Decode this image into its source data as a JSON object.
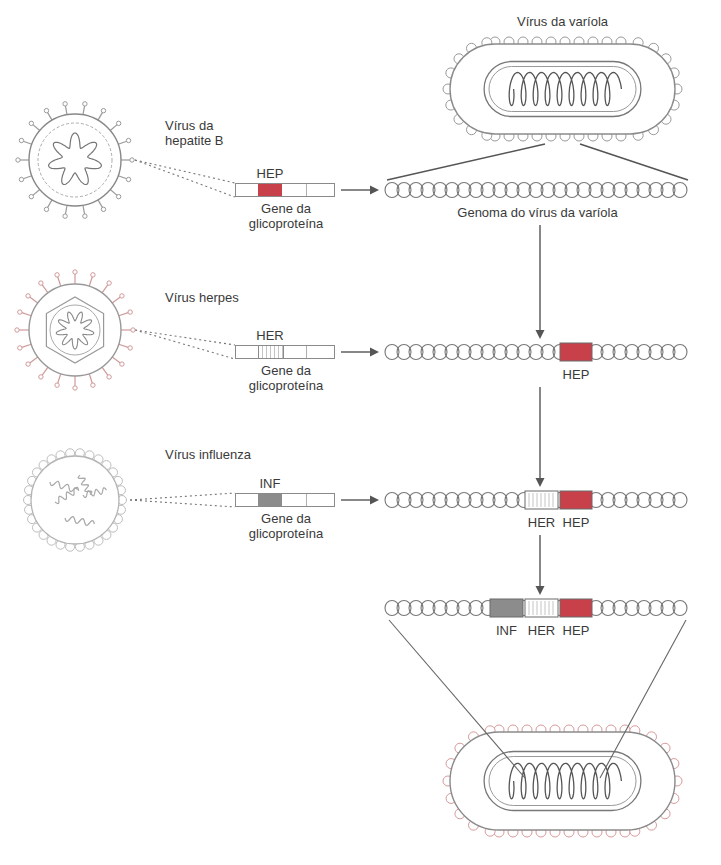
{
  "diagram": {
    "nodes": [
      {
        "text": [
          "Vírus da varíola"
        ]
      },
      {
        "text": [
          "Vírus da hepatite B"
        ]
      },
      {
        "text": [
          "HEP",
          "Gene da glicoproteína"
        ]
      },
      {
        "text": [
          "Genoma do vírus da varíola"
        ]
      },
      {
        "text": [
          "Vírus herpes"
        ]
      },
      {
        "text": [
          "HER",
          "Gene da glicoproteína"
        ]
      },
      {
        "text": [
          "HEP"
        ]
      },
      {
        "text": [
          "Vírus influenza"
        ]
      },
      {
        "text": [
          "INF",
          "Gene da glicoproteína"
        ]
      },
      {
        "text": [
          "HER",
          "HEP"
        ]
      },
      {
        "text": [
          "INF",
          "HER",
          "HEP"
        ]
      }
    ],
    "edges": [
      {
        "from": 0,
        "to": 3,
        "arrow": "none"
      },
      {
        "from": 1,
        "to": 2,
        "arrow": "none"
      },
      {
        "from": 2,
        "to": 3,
        "arrow": "to"
      },
      {
        "from": 3,
        "to": 6,
        "arrow": "to"
      },
      {
        "from": 4,
        "to": 5,
        "arrow": "none"
      },
      {
        "from": 5,
        "to": 6,
        "arrow": "to"
      },
      {
        "from": 6,
        "to": 9,
        "arrow": "to"
      },
      {
        "from": 7,
        "to": 8,
        "arrow": "none"
      },
      {
        "from": 8,
        "to": 9,
        "arrow": "to"
      },
      {
        "from": 9,
        "to": 10,
        "arrow": "to"
      }
    ]
  }
}
